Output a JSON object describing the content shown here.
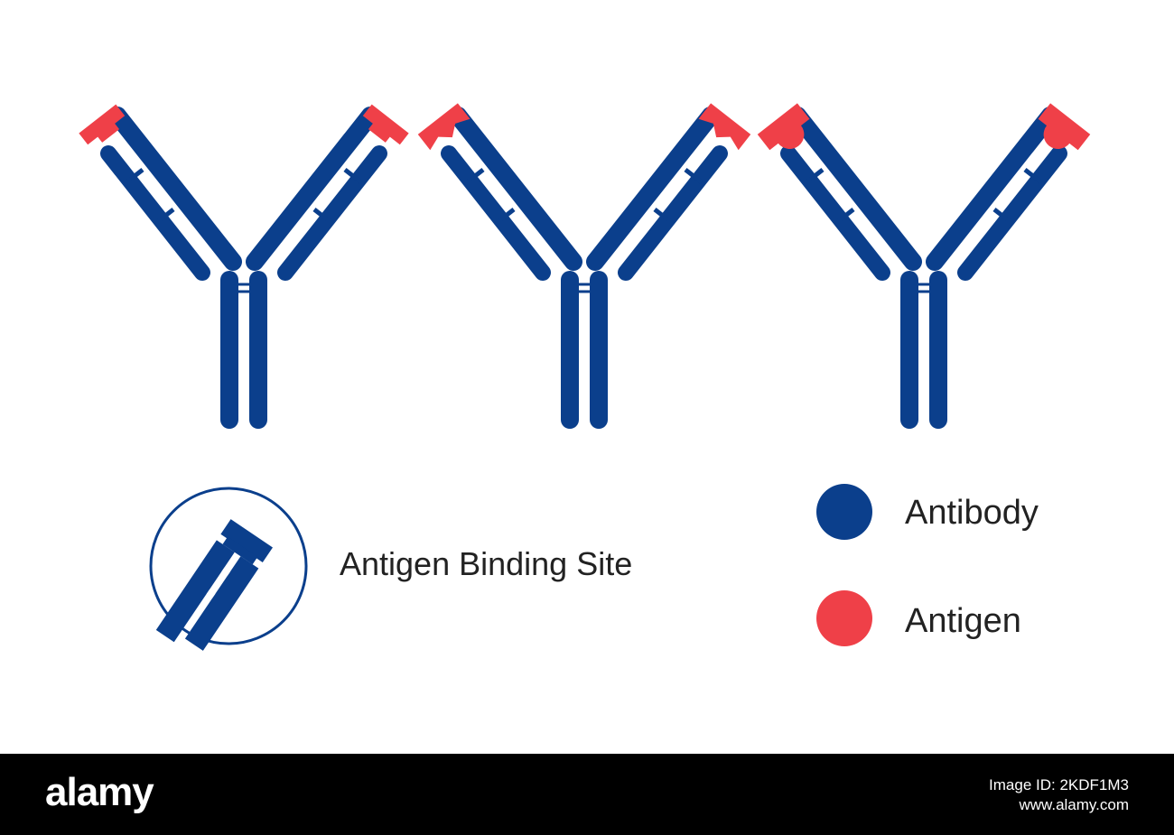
{
  "legend": {
    "binding_site_label": "Antigen Binding Site",
    "antibody_label": "Antibody",
    "antigen_label": "Antigen"
  },
  "footer": {
    "logo": "alamy",
    "image_id": "Image ID: 2KDF1M3",
    "url": "www.alamy.com"
  },
  "colors": {
    "antibody": "#0b3f8c",
    "antigen": "#ef4048",
    "background": "#ffffff",
    "footer": "#000000"
  },
  "icons": {
    "binding_site": "antigen-binding-site-icon",
    "antibody_swatch": "blue-circle-icon",
    "antigen_swatch": "red-circle-icon"
  }
}
